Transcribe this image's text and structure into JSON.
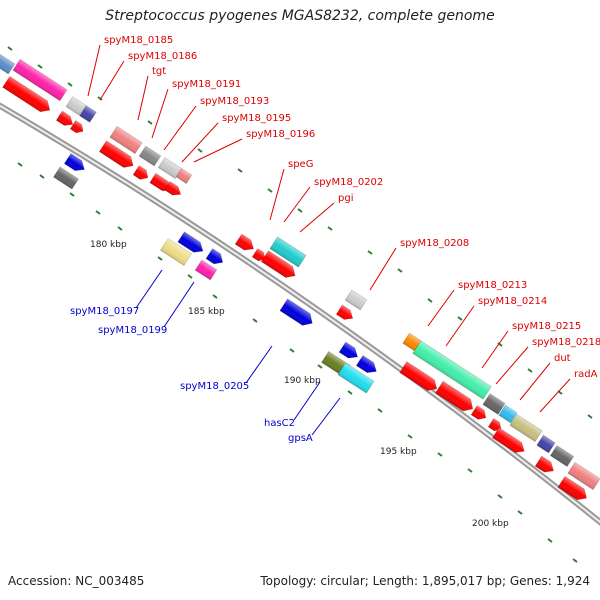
{
  "title": "Streptococcus pyogenes MGAS8232, complete genome",
  "footer": {
    "accession": "Accession: NC_003485",
    "summary": "Topology: circular; Length: 1,895,017 bp; Genes: 1,924"
  },
  "colors": {
    "forward_label": "#dd0000",
    "reverse_label": "#0000cc",
    "backbone": "#888888",
    "tick": "#2e7d32"
  },
  "kbp_marks": [
    "180 kbp",
    "185 kbp",
    "190 kbp",
    "195 kbp",
    "200 kbp"
  ],
  "gene_labels": {
    "forward": [
      "spyM18_0185",
      "spyM18_0186",
      "tgt",
      "spyM18_0191",
      "spyM18_0193",
      "spyM18_0195",
      "spyM18_0196",
      "speG",
      "spyM18_0202",
      "pgi",
      "spyM18_0208",
      "spyM18_0213",
      "spyM18_0214",
      "spyM18_0215",
      "spyM18_0218",
      "dut",
      "radA"
    ],
    "reverse": [
      "spyM18_0197",
      "spyM18_0199",
      "spyM18_0205",
      "hasC2",
      "gpsA"
    ]
  }
}
